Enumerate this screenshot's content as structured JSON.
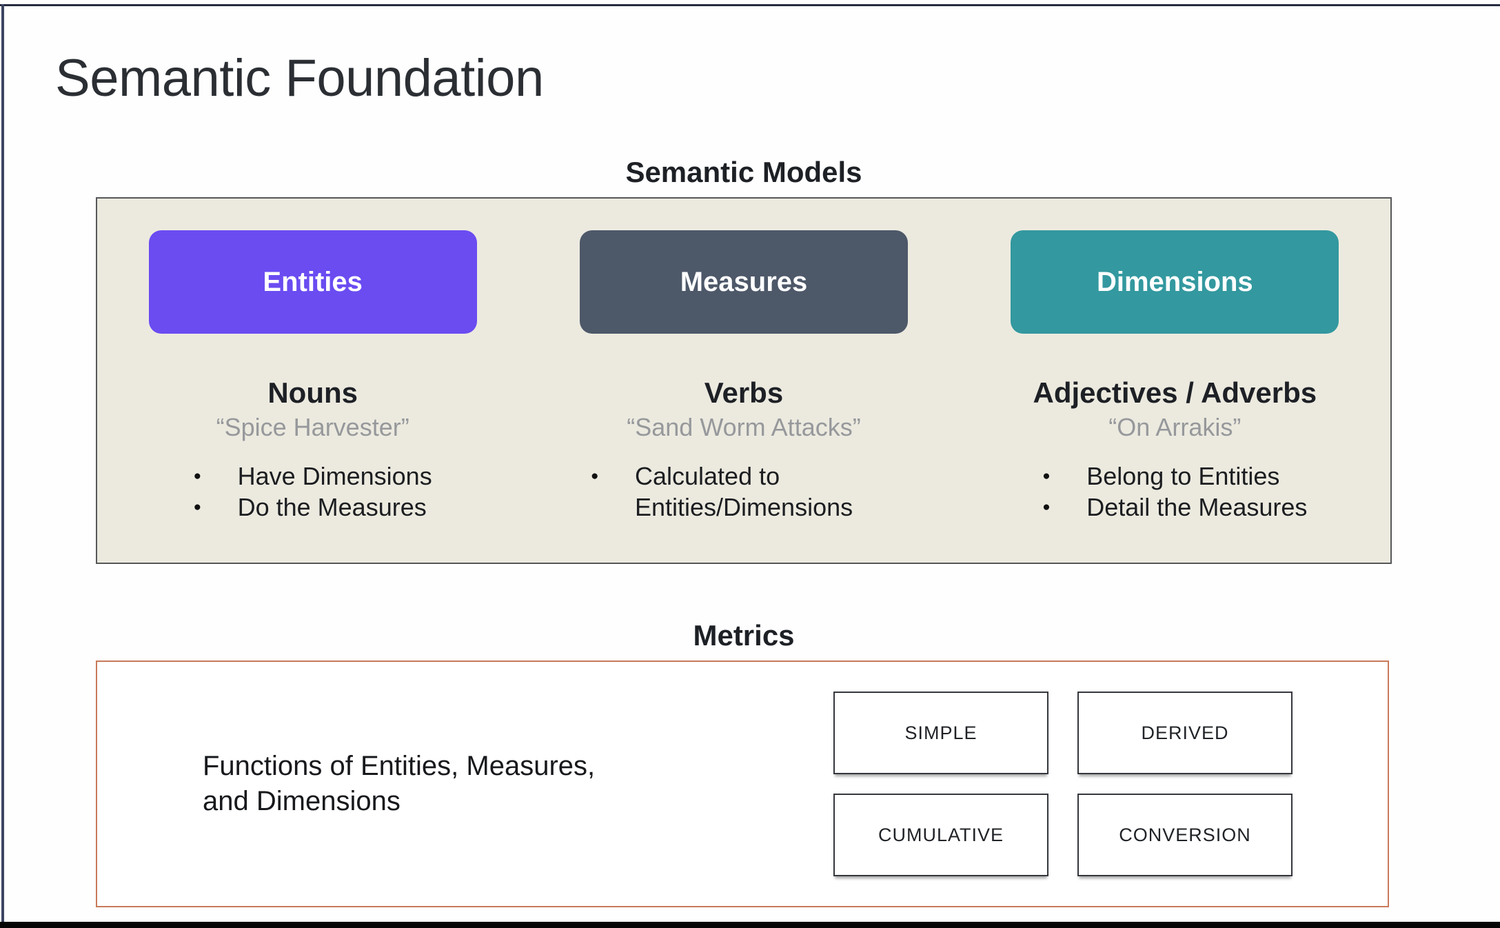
{
  "slide": {
    "title": "Semantic Foundation"
  },
  "icons": {
    "bullet": "●"
  },
  "semantic_models": {
    "heading": "Semantic Models",
    "columns": [
      {
        "label": "Entities",
        "color": "#6a4cf1",
        "part_of_speech": "Nouns",
        "example": "“Spice Harvester”",
        "bullets": [
          "Have Dimensions",
          "Do the Measures"
        ]
      },
      {
        "label": "Measures",
        "color": "#4d5869",
        "part_of_speech": "Verbs",
        "example": "“Sand Worm Attacks”",
        "bullets": [
          "Calculated to Entities/Dimensions"
        ]
      },
      {
        "label": "Dimensions",
        "color": "#33989f",
        "part_of_speech": "Adjectives / Adverbs",
        "example": "“On Arrakis”",
        "bullets": [
          "Belong to Entities",
          "Detail the Measures"
        ]
      }
    ]
  },
  "metrics": {
    "heading": "Metrics",
    "description_line1": "Functions of Entities, Measures,",
    "description_line2": "and Dimensions",
    "types": [
      "SIMPLE",
      "DERIVED",
      "CUMULATIVE",
      "CONVERSION"
    ]
  },
  "colors": {
    "panel_background": "#eceadf",
    "panel_border": "#55575a",
    "metrics_border": "#c9795a"
  }
}
